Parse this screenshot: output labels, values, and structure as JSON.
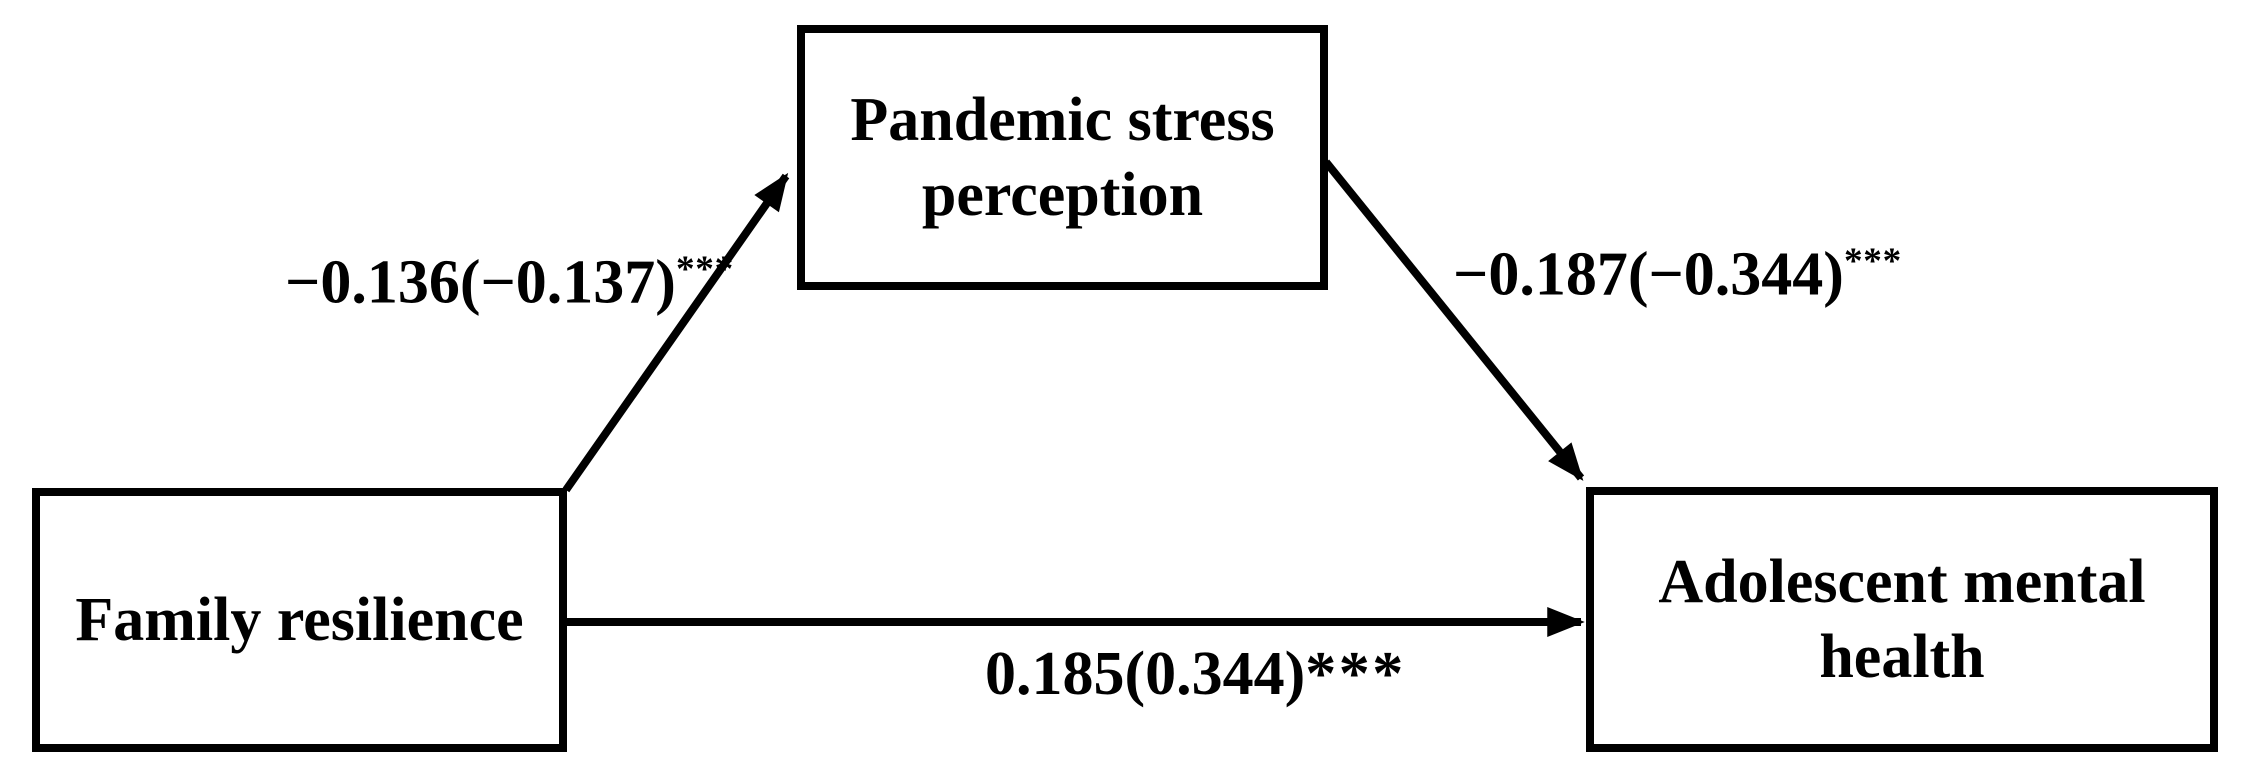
{
  "figure": {
    "type": "mediation-path-diagram",
    "background_color": "#ffffff",
    "line_color": "#000000",
    "text_color": "#000000"
  },
  "boxes": {
    "predictor": {
      "label": "Family resilience"
    },
    "mediator": {
      "line1": "Pandemic stress",
      "line2": "perception"
    },
    "outcome": {
      "line1": "Adolescent mental",
      "line2": "health"
    }
  },
  "paths": {
    "predictor_to_mediator": {
      "coefficient": "−0.136(−0.137)",
      "significance": "***"
    },
    "mediator_to_outcome": {
      "coefficient": "−0.187(−0.344)",
      "significance": "***"
    },
    "predictor_to_outcome": {
      "coefficient": "0.185(0.344)",
      "significance": "***"
    }
  }
}
